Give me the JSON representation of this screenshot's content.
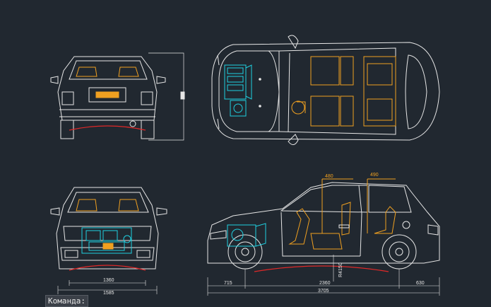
{
  "drawing": {
    "dimensions": {
      "rear_track": "1360",
      "rear_width": "1585",
      "front_overhang": "715",
      "wheelbase": "2360",
      "rear_overhang": "630",
      "overall_length": "3705",
      "seat_a": "480",
      "seat_b": "490",
      "radius": "R4150"
    }
  },
  "command_line": {
    "prompt": "Команда:",
    "value": ""
  },
  "colors": {
    "background": "#212830",
    "outline": "#e6e6e6",
    "interior": "#f0a020",
    "engine": "#20d0e0",
    "ground": "#e02828"
  }
}
